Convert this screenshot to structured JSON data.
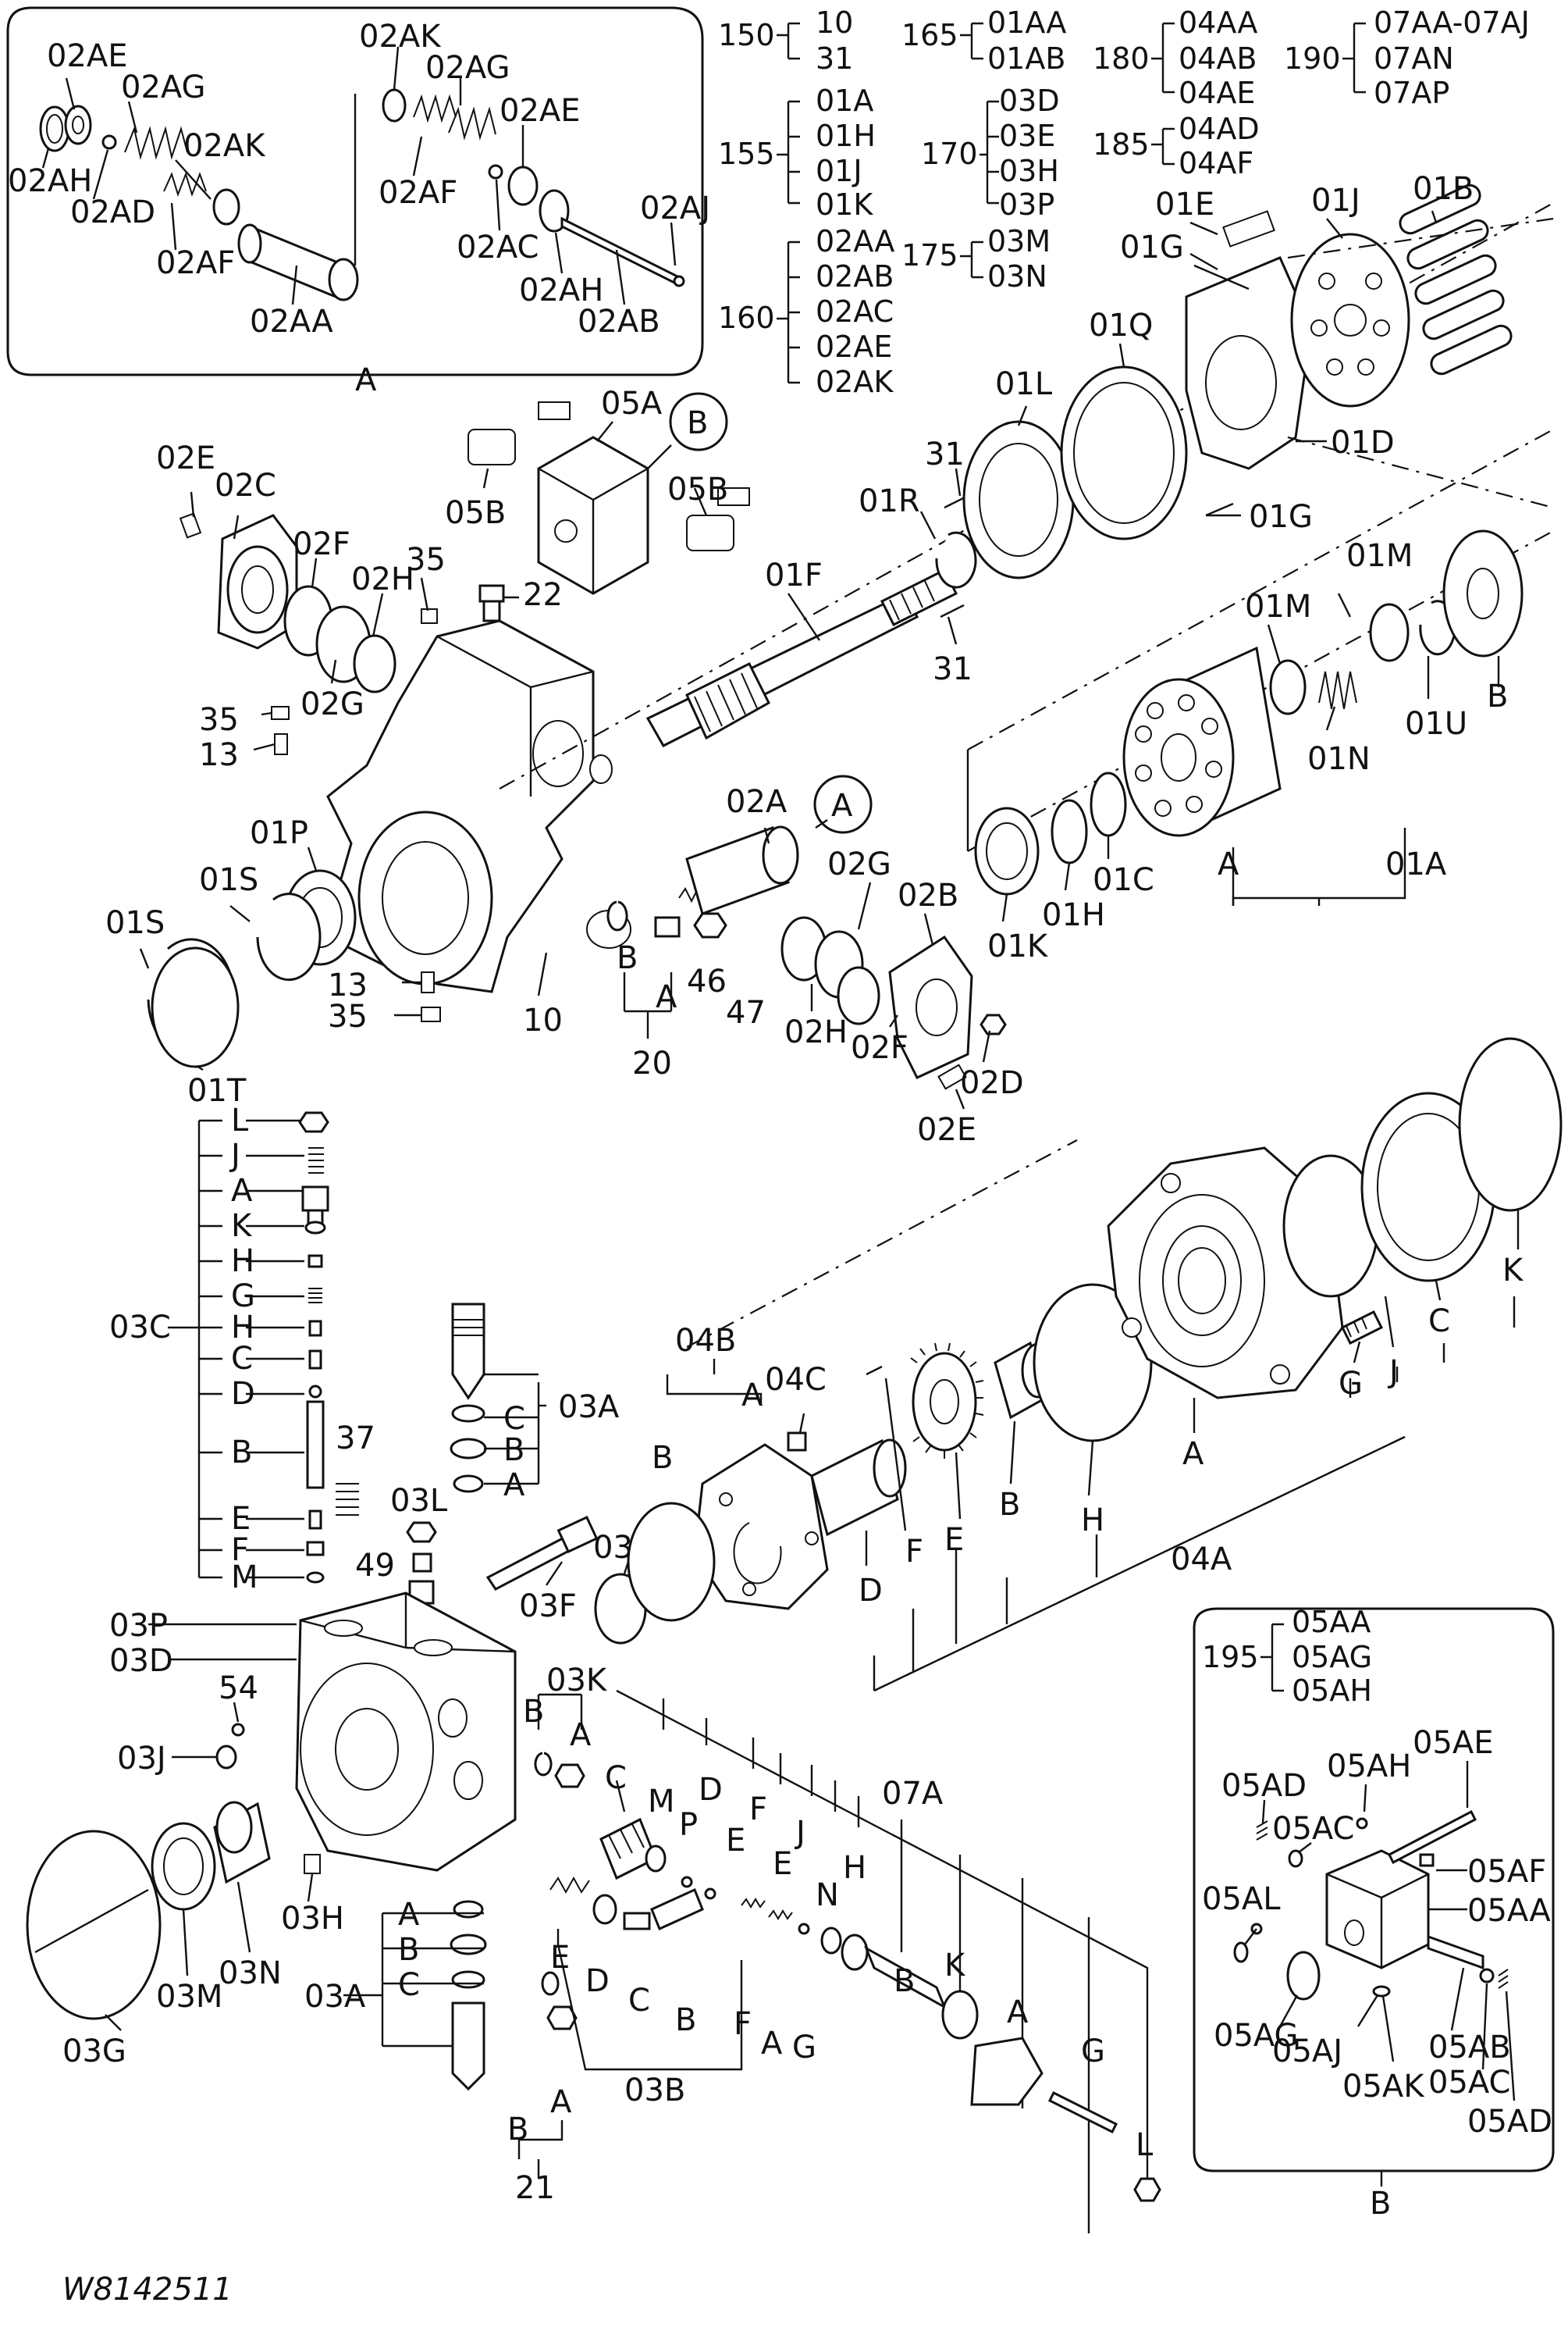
{
  "drawing_code": "W8142511",
  "index_groups": [
    {
      "id": "150",
      "members": [
        "10",
        "31"
      ]
    },
    {
      "id": "155",
      "members": [
        "01A",
        "01H",
        "01J",
        "01K"
      ]
    },
    {
      "id": "160",
      "members": [
        "02AA",
        "02AB",
        "02AC",
        "02AE",
        "02AK"
      ]
    },
    {
      "id": "165",
      "members": [
        "01AA",
        "01AB"
      ]
    },
    {
      "id": "170",
      "members": [
        "03D",
        "03E",
        "03H",
        "03P"
      ]
    },
    {
      "id": "175",
      "members": [
        "03M",
        "03N"
      ]
    },
    {
      "id": "180",
      "members": [
        "04AA",
        "04AB",
        "04AE"
      ]
    },
    {
      "id": "185",
      "members": [
        "04AD",
        "04AF"
      ]
    },
    {
      "id": "190",
      "members": [
        "07AA-07AJ",
        "07AN",
        "07AP"
      ]
    },
    {
      "id": "195",
      "members": [
        "05AA",
        "05AG",
        "05AH"
      ]
    }
  ],
  "callouts": {
    "inset_a": [
      "02AE",
      "02AG",
      "02AK",
      "02AG",
      "02AE",
      "02AH",
      "02AD",
      "02AK",
      "02AF",
      "02AF",
      "02AC",
      "02AJ",
      "02AH",
      "02AB",
      "02AA",
      "A"
    ],
    "upper_left": [
      "02E",
      "02C",
      "02F",
      "02H",
      "35",
      "02G",
      "35",
      "13",
      "01P",
      "01S",
      "01S",
      "01T",
      "13",
      "35",
      "10",
      "05A",
      "B",
      "05B",
      "05B",
      "22",
      "20",
      "B",
      "A",
      "46",
      "47"
    ],
    "shaft": [
      "31",
      "01R",
      "01F",
      "31",
      "01L",
      "01Q",
      "01E",
      "01G",
      "01J",
      "01B",
      "01D",
      "01G",
      "A",
      "02A",
      "02G",
      "02B",
      "02H",
      "02F",
      "02D",
      "02E"
    ],
    "cylinder": [
      "01M",
      "01M",
      "01N",
      "01U",
      "B",
      "01K",
      "01H",
      "01C",
      "A",
      "01A"
    ],
    "left_column": [
      "L",
      "J",
      "A",
      "K",
      "H",
      "G",
      "03C",
      "H",
      "C",
      "D",
      "B",
      "E",
      "F",
      "M",
      "37",
      "03L",
      "49"
    ],
    "valve_block": [
      "C",
      "B",
      "A",
      "03A",
      "03P",
      "03D",
      "54",
      "03J",
      "03H",
      "03G",
      "03M",
      "03N",
      "03E",
      "03F",
      "03K",
      "B",
      "A",
      "C",
      "A",
      "B",
      "C",
      "03A",
      "E",
      "D",
      "C",
      "B",
      "03B",
      "B",
      "A",
      "21"
    ],
    "fan_labels": [
      "M",
      "P",
      "D",
      "E",
      "F",
      "E",
      "J",
      "N",
      "H",
      "07A",
      "B",
      "K",
      "A",
      "G",
      "L",
      "F",
      "A",
      "G"
    ],
    "gear_train": [
      "04B",
      "B",
      "A",
      "04C",
      "D",
      "F",
      "E",
      "B",
      "H",
      "A",
      "04A",
      "G",
      "J",
      "C",
      "K"
    ],
    "inset_b": [
      "05AD",
      "05AH",
      "05AE",
      "05AC",
      "05AF",
      "05AL",
      "05AA",
      "05AG",
      "05AJ",
      "05AK",
      "05AB",
      "05AC",
      "05AD",
      "B"
    ]
  }
}
